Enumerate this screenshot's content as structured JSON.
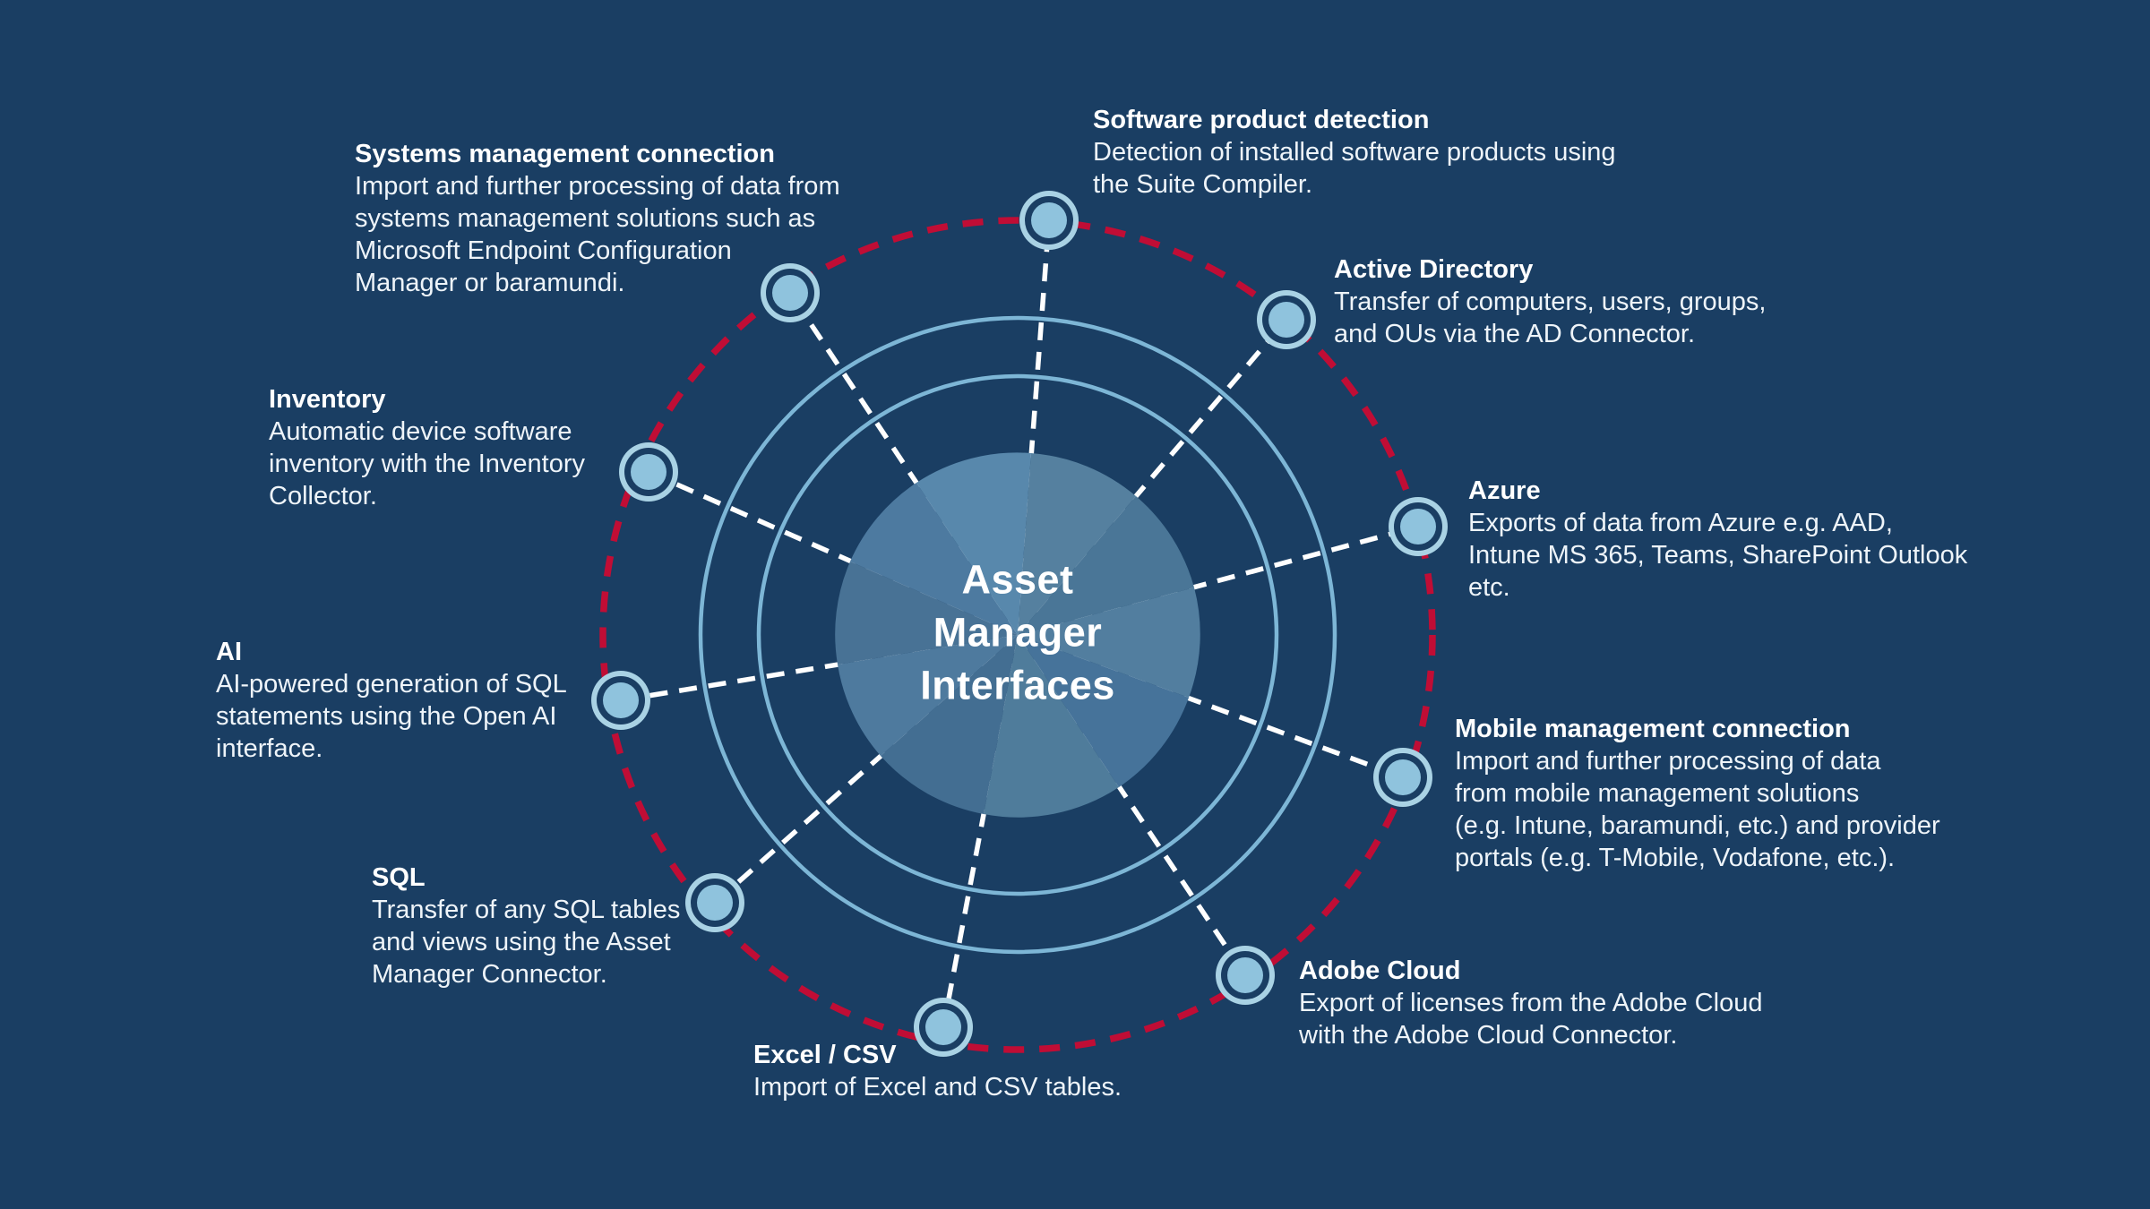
{
  "hub": {
    "title": "Asset\nManager\nInterfaces"
  },
  "nodes": [
    {
      "id": "software-product-detection",
      "title": "Software product detection",
      "description": "Detection of installed software products using\nthe Suite Compiler."
    },
    {
      "id": "active-directory",
      "title": "Active Directory",
      "description": "Transfer of computers, users, groups,\nand OUs via the AD Connector."
    },
    {
      "id": "azure",
      "title": "Azure",
      "description": "Exports of data from Azure e.g. AAD,\nIntune MS 365, Teams, SharePoint Outlook\netc."
    },
    {
      "id": "mobile-management-connection",
      "title": "Mobile management connection",
      "description": "Import and further processing of data\nfrom mobile management solutions\n(e.g. Intune, baramundi, etc.) and provider\nportals (e.g. T-Mobile, Vodafone, etc.)."
    },
    {
      "id": "adobe-cloud",
      "title": "Adobe Cloud",
      "description": "Export of licenses from the Adobe Cloud\nwith the Adobe Cloud Connector."
    },
    {
      "id": "excel-csv",
      "title": "Excel / CSV",
      "description": "Import of Excel and CSV tables."
    },
    {
      "id": "sql",
      "title": "SQL",
      "description": "Transfer of any SQL tables\nand views using the Asset\nManager Connector."
    },
    {
      "id": "ai",
      "title": "AI",
      "description": "AI-powered generation of SQL\nstatements using the Open AI\ninterface."
    },
    {
      "id": "inventory",
      "title": "Inventory",
      "description": "Automatic device software\ninventory with the Inventory\nCollector."
    },
    {
      "id": "systems-management-connection",
      "title": "Systems management connection",
      "description": "Import and further processing of data from\nsystems management solutions such as\nMicrosoft Endpoint Configuration\nManager or baramundi."
    }
  ],
  "colors": {
    "background": "#1a3e63",
    "red_ring": "#c00d35",
    "orbit_ring": "#7db6d6",
    "connector": "#ffffff",
    "node_outer_ring": "#a9d2e4",
    "node_gap_ring": "#1a3e63",
    "node_fill": "#8fc3dd",
    "hub_shades": [
      "#4d7aa0",
      "#5888ac",
      "#55809f",
      "#4a7697",
      "#527e9f",
      "#46739a",
      "#4f7c9b",
      "#436e92",
      "#4e7a9e",
      "#487295"
    ],
    "text": "#ffffff"
  }
}
